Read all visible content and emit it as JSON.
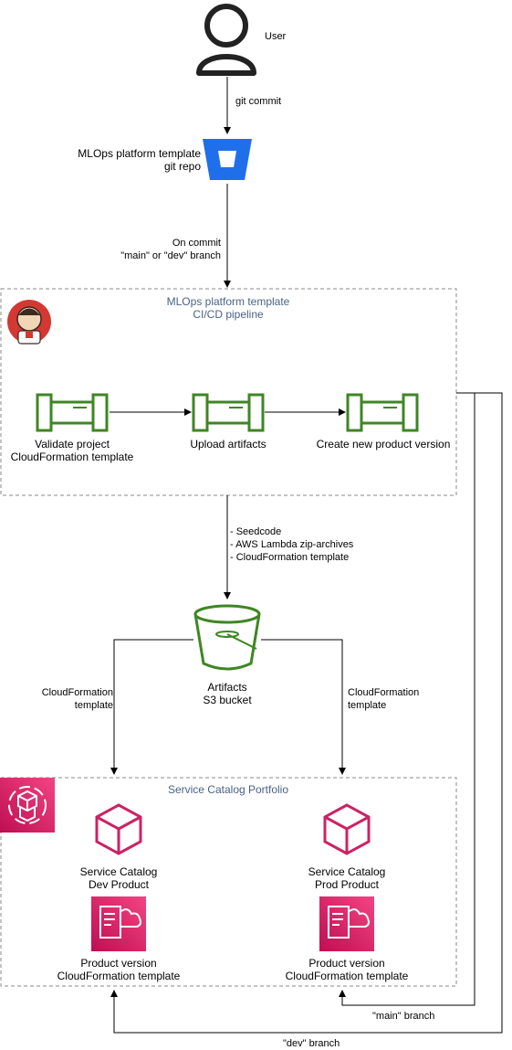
{
  "actor": {
    "label": "User",
    "icon": "user-icon"
  },
  "edges": {
    "commit": "git commit",
    "on_commit_1": "On commit",
    "on_commit_2": "\"main\" or \"dev\" branch",
    "artifacts_1": "- Seedcode",
    "artifacts_2": "- AWS Lambda zip-archives",
    "artifacts_3": "- CloudFormation template",
    "cf_left_1": "CloudFormation",
    "cf_left_2": "template",
    "cf_right_1": "CloudFormation",
    "cf_right_2": "template",
    "main_branch": "\"main\" branch",
    "dev_branch": "\"dev\" branch"
  },
  "repo": {
    "line1": "MLOps platform template",
    "line2": "git repo",
    "icon": "bitbucket-icon"
  },
  "pipeline": {
    "title1": "MLOps platform template",
    "title2": "CI/CD pipeline",
    "icon": "jenkins-icon",
    "stages": [
      {
        "line1": "Validate project",
        "line2": "CloudFormation template"
      },
      {
        "line1": "Upload artifacts",
        "line2": ""
      },
      {
        "line1": "Create new product version",
        "line2": ""
      }
    ]
  },
  "bucket": {
    "line1": "Artifacts",
    "line2": "S3 bucket",
    "icon": "s3-bucket-icon"
  },
  "portfolio": {
    "title": "Service Catalog Portfolio",
    "icon": "service-catalog-icon",
    "products": [
      {
        "name1": "Service Catalog",
        "name2": "Dev Product",
        "ver1": "Product version",
        "ver2": "CloudFormation template"
      },
      {
        "name1": "Service Catalog",
        "name2": "Prod Product",
        "ver1": "Product version",
        "ver2": "CloudFormation template"
      }
    ]
  },
  "colors": {
    "group_border": "#888888",
    "pipeline_green": "#3f8624",
    "catalog_pink": "#cc2264",
    "repo_blue": "#2684ff"
  }
}
